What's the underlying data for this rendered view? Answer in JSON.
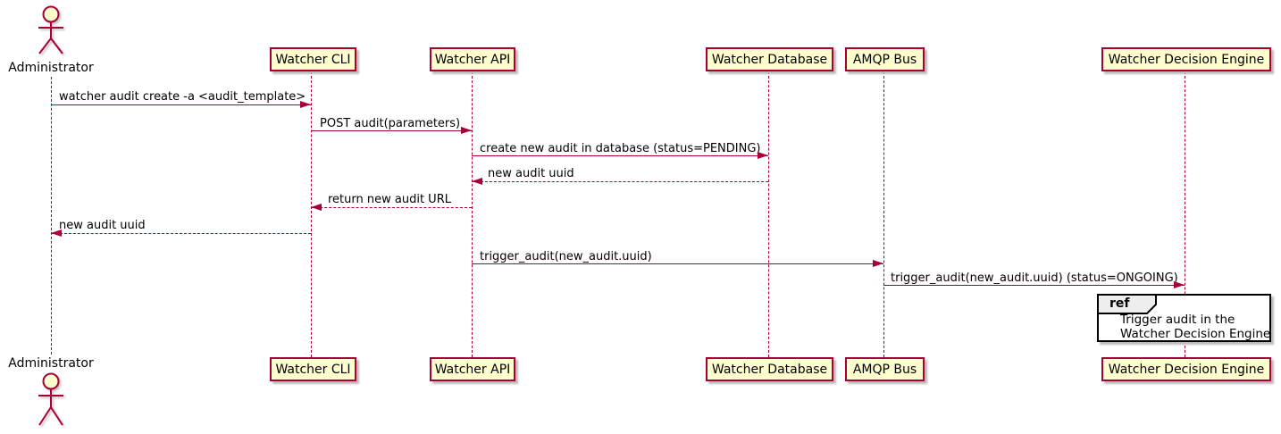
{
  "diagram": {
    "type": "sequence",
    "actor": {
      "name": "Administrator"
    },
    "participants": [
      {
        "id": "watcher-cli",
        "label": "Watcher CLI"
      },
      {
        "id": "watcher-api",
        "label": "Watcher API"
      },
      {
        "id": "watcher-database",
        "label": "Watcher Database"
      },
      {
        "id": "amqp-bus",
        "label": "AMQP Bus"
      },
      {
        "id": "watcher-decision-engine",
        "label": "Watcher Decision Engine"
      }
    ],
    "messages": [
      {
        "from": "Administrator",
        "to": "Watcher CLI",
        "style": "solid",
        "text": "watcher audit create -a <audit_template>"
      },
      {
        "from": "Watcher CLI",
        "to": "Watcher API",
        "style": "solid",
        "text": "POST audit(parameters)"
      },
      {
        "from": "Watcher API",
        "to": "Watcher Database",
        "style": "solid",
        "text": "create new audit in database (status=PENDING)"
      },
      {
        "from": "Watcher Database",
        "to": "Watcher API",
        "style": "dashed",
        "text": "new audit uuid"
      },
      {
        "from": "Watcher API",
        "to": "Watcher CLI",
        "style": "dashed",
        "text": "return new audit URL"
      },
      {
        "from": "Watcher CLI",
        "to": "Administrator",
        "style": "dashed",
        "text": "new audit uuid"
      },
      {
        "from": "Watcher API",
        "to": "AMQP Bus",
        "style": "solid",
        "text": "trigger_audit(new_audit.uuid)"
      },
      {
        "from": "AMQP Bus",
        "to": "Watcher Decision Engine",
        "style": "solid",
        "text": "trigger_audit(new_audit.uuid) (status=ONGOING)"
      }
    ],
    "fragment": {
      "keyword": "ref",
      "over": "Watcher Decision Engine",
      "line1": "Trigger audit in the",
      "line2": "Watcher Decision Engine"
    },
    "colors": {
      "participant_fill": "#FEFECE",
      "participant_border": "#A80036",
      "line": "#A80036",
      "text": "#000000",
      "ref_fill": "#FFFFFF",
      "ref_border": "#000000",
      "ref_label_fill": "#EEEEEE"
    }
  }
}
